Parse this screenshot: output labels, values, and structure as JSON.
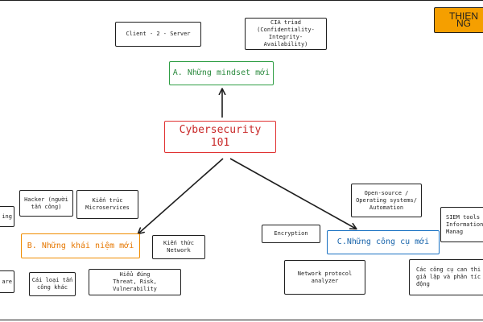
{
  "badge": "THIEN NG",
  "center": "Cybersecurity 101",
  "branches": {
    "mindset": "A. Những mindset mới",
    "concepts": "B. Những khái niệm mới",
    "tools": "C.Những công cụ mới"
  },
  "mindset_nodes": {
    "client_server": "Client - 2 - Server",
    "cia": "CIA triad\n(Confidentiality-\nIntegrity-Availability)"
  },
  "concept_nodes": {
    "hacker": "Hacker (người\ntấn công)",
    "microservices": "Kiến trúc\nMicroservices",
    "network": "Kiến thức\nNetwork",
    "attacks": "Cái loại tấn\ncông khác",
    "threat": "Hiểu đúng\nThreat, Risk, Vulnerability",
    "edge_top": "ing",
    "edge_bottom": "are"
  },
  "tool_nodes": {
    "open_source": "Open-source /\nOperating systems/\nAutomation",
    "encryption": "Encryption",
    "siem": "SIEM tools\nInformation\nManag",
    "protocol": "Network protocol\nanalyzer",
    "simulate": "Các công cụ can thi\ngiả lập và phân tíc\nđộng"
  },
  "colors": {
    "center": "#e03131",
    "mindset": "#2f9e44",
    "concepts": "#f08c00",
    "tools": "#1971c2",
    "badge": "#f59f00",
    "stroke": "#1e1e1e"
  }
}
